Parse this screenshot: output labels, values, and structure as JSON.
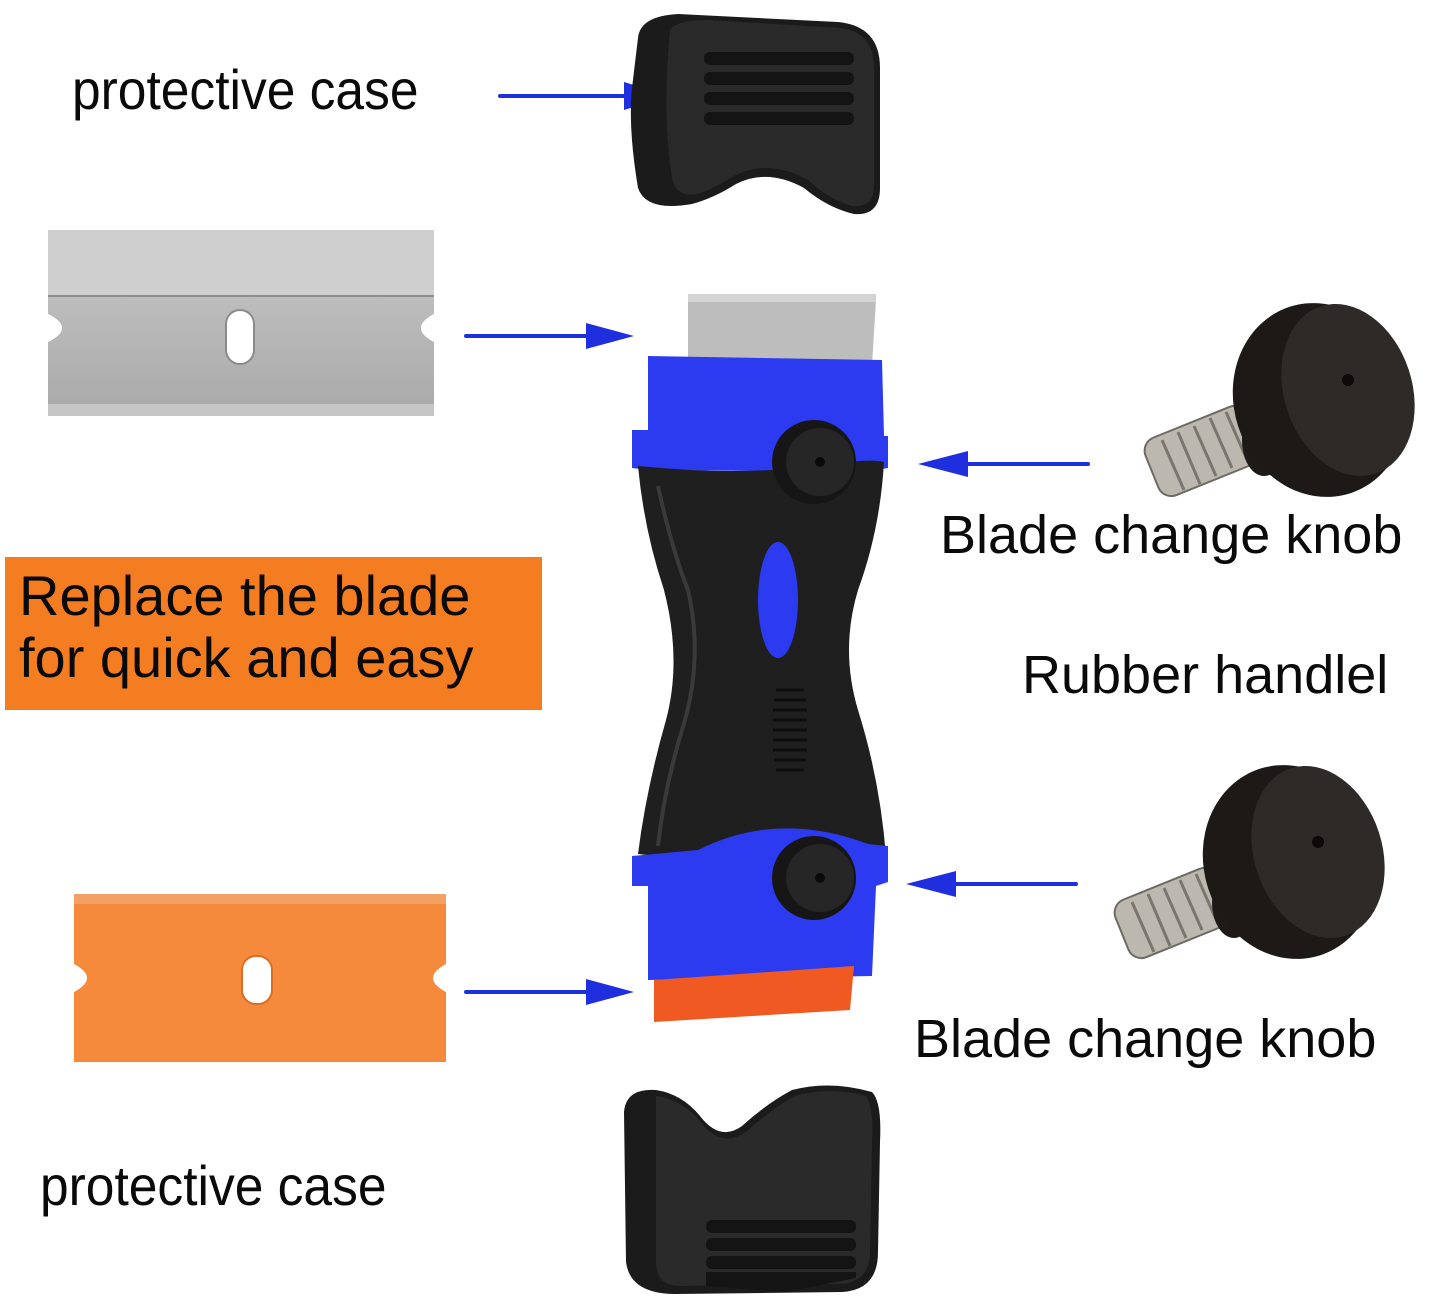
{
  "labels": {
    "top_case": "protective case",
    "bottom_case": "protective case",
    "knob_top": "Blade change knob",
    "knob_bottom": "Blade change knob",
    "handle": "Rubber handlel"
  },
  "callout": {
    "line1": "Replace the blade",
    "line2": "for quick and easy"
  },
  "colors": {
    "arrow": "#1f2fe0",
    "tool_blue": "#2d3bf0",
    "handle_black": "#1f1f1f",
    "callout_bg": "#f47d22",
    "plastic_blade": "#f58a3c",
    "blade_red": "#f05a22",
    "steel": "#b9b9b9"
  }
}
